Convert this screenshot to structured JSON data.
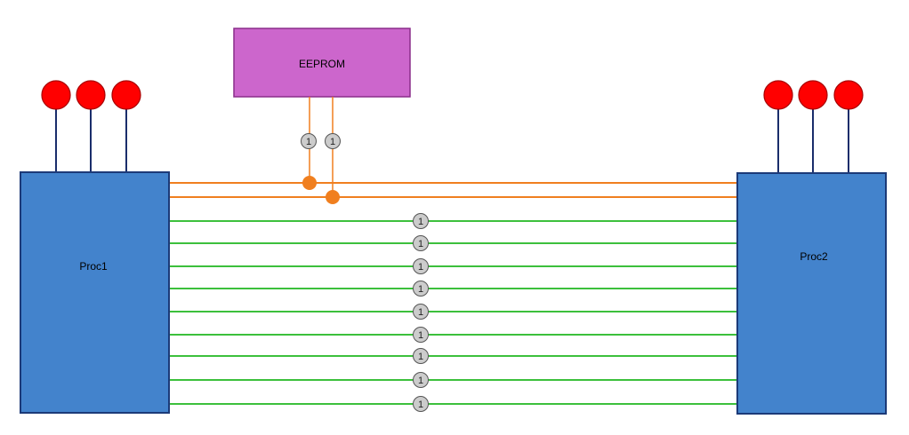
{
  "components": {
    "eeprom": {
      "label": "EEPROM"
    },
    "proc1": {
      "label": "Proc1"
    },
    "proc2": {
      "label": "Proc2"
    }
  },
  "connections": {
    "i2c_badges": [
      "1",
      "1"
    ],
    "green_lines": [
      "1",
      "1",
      "1",
      "1",
      "1",
      "1",
      "1",
      "1",
      "1"
    ]
  },
  "colors": {
    "proc_fill": "#4383cc",
    "proc_border": "#1c3a78",
    "eeprom_fill": "#cc66cc",
    "eeprom_border": "#8a2d8a",
    "led_fill": "#ff0000",
    "led_border": "#a80000",
    "stem": "#1a2d6b",
    "orange": "#f07f1f",
    "green": "#3cc03c",
    "badge_fill": "#cccccc",
    "badge_border": "#555555"
  }
}
